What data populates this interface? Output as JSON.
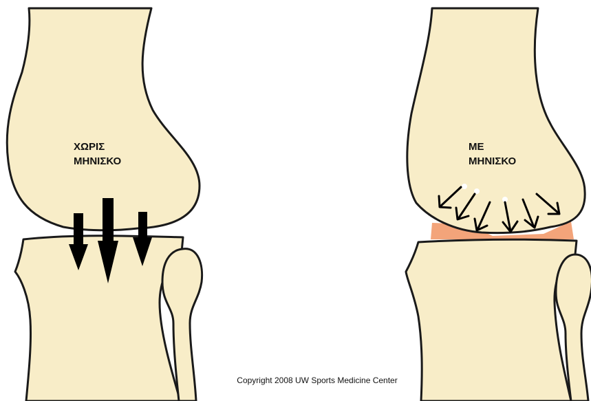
{
  "left_panel": {
    "label_line1": "ΧΩΡΙΣ",
    "label_line2": "ΜΗΝΙΣΚΟ"
  },
  "right_panel": {
    "label_line1": "ΜΕ",
    "label_line2": "ΜΗΝΙΣΚΟ"
  },
  "footer": {
    "copyright": "Copyright 2008 UW Sports Medicine Center"
  },
  "colors": {
    "bone": "#f8edc8",
    "outline": "#1a1a1a",
    "meniscus": "#f3a47a",
    "arrow": "#000000",
    "background": "#ffffff"
  }
}
